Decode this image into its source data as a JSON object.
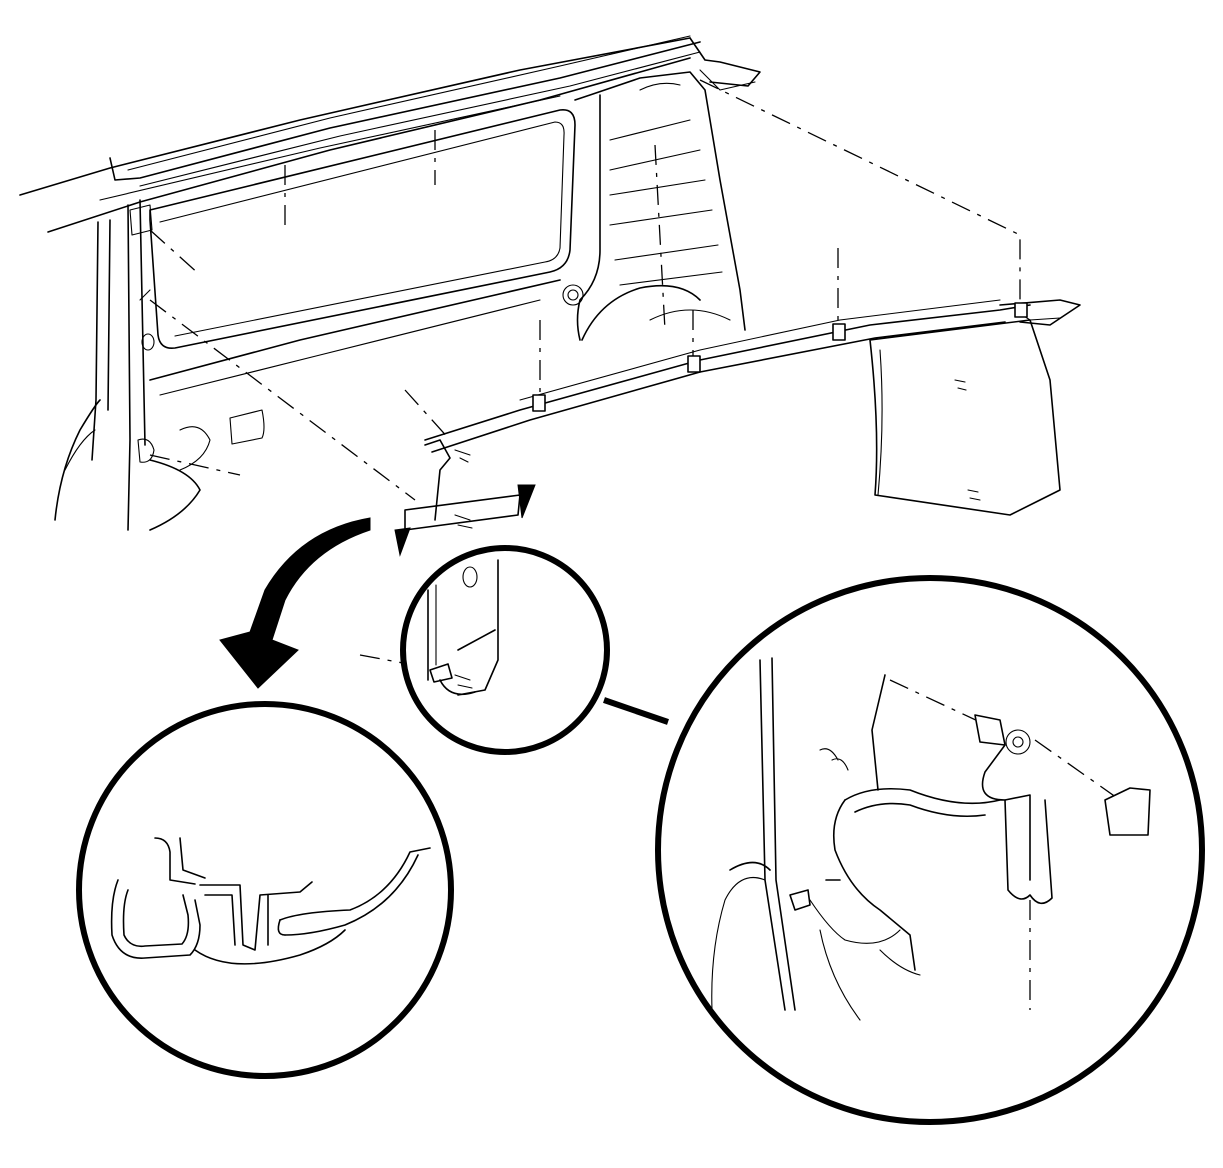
{
  "figure": {
    "type": "service-diagram",
    "views": [
      {
        "name": "main-view"
      },
      {
        "name": "seal-cross-section-detail"
      },
      {
        "name": "pillar-zoom-detail"
      },
      {
        "name": "seatbelt-anchor-detail"
      }
    ],
    "colors": {
      "ink": "#000000",
      "paper": "#ffffff"
    }
  }
}
